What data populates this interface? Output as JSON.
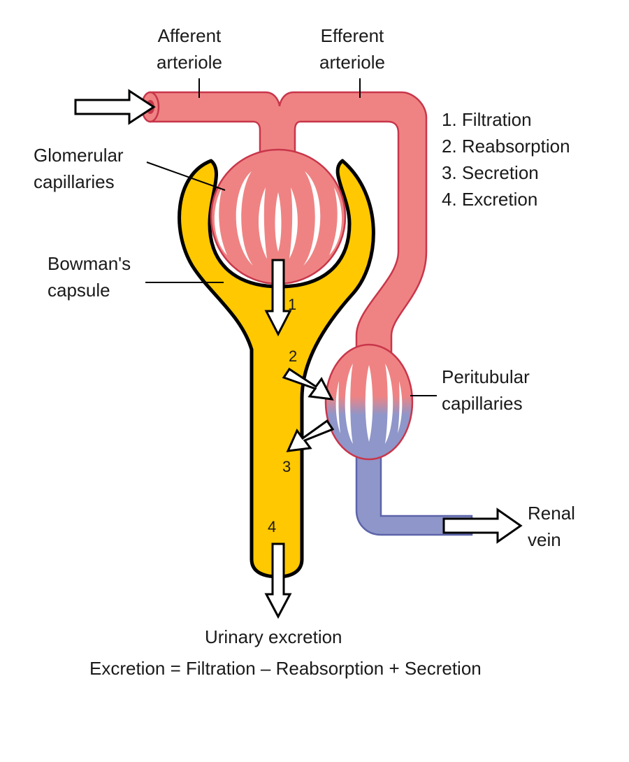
{
  "labels": {
    "afferent": [
      "Afferent",
      "arteriole"
    ],
    "efferent": [
      "Efferent",
      "arteriole"
    ],
    "glomerular": [
      "Glomerular",
      "capillaries"
    ],
    "bowman": [
      "Bowman's",
      "capsule"
    ],
    "peritubular": [
      "Peritubular",
      "capillaries"
    ],
    "renal_vein": [
      "Renal",
      "vein"
    ],
    "urinary_excretion": "Urinary excretion",
    "formula": "Excretion = Filtration – Reabsorption + Secretion"
  },
  "steps": [
    "1. Filtration",
    "2. Reabsorption",
    "3. Secretion",
    "4. Excretion"
  ],
  "step_numbers": [
    "1",
    "2",
    "3",
    "4"
  ],
  "colors": {
    "arterial": "#ef8383",
    "arterial_stroke": "#c8364a",
    "venous": "#8f96c9",
    "venous_stroke": "#5c64aa",
    "capsule": "#ffc800",
    "capsule_stroke": "#000000",
    "arrow_fill": "#ffffff",
    "arrow_stroke": "#000000"
  }
}
